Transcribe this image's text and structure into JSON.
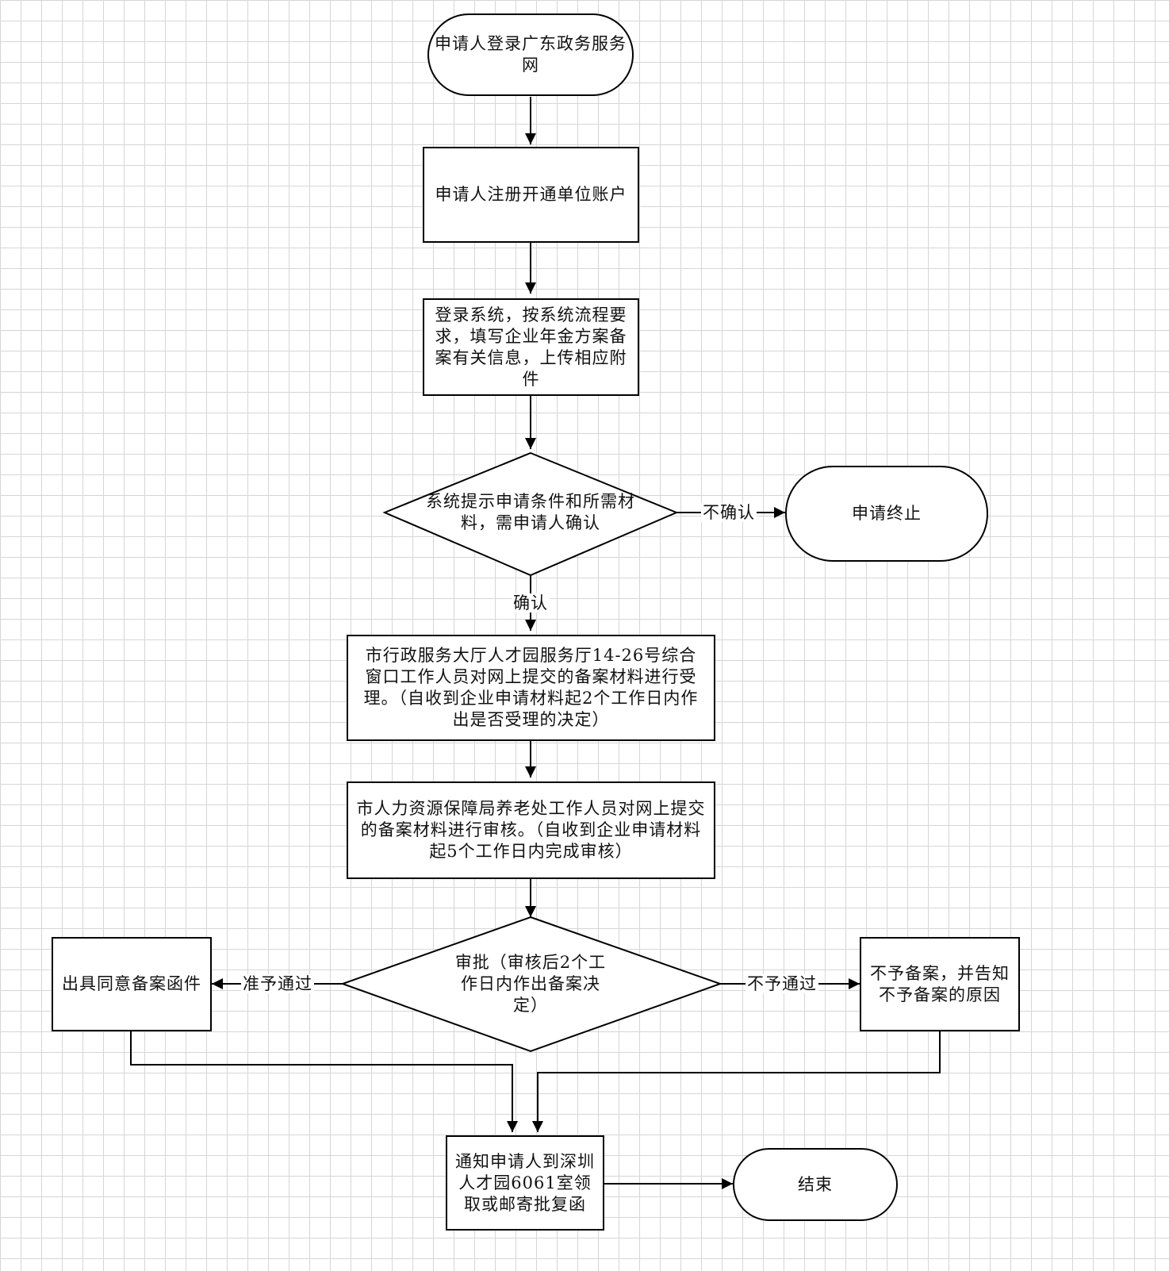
{
  "nodes": {
    "start": "申请人登录广东政务服务网",
    "register": "申请人注册开通单位账户",
    "fill_info": "登录系统，按系统流程要求，填写企业年金方案备案有关信息，上传相应附件",
    "confirm_decision": "系统提示申请条件和所需材料，需申请人确认",
    "terminate": "申请终止",
    "acceptance": "市行政服务大厅人才园服务厅14-26号综合窗口工作人员对网上提交的备案材料进行受理。（自收到企业申请材料起2个工作日内作出是否受理的决定）",
    "review": "市人力资源保障局养老处工作人员对网上提交的备案材料进行审核。（自收到企业申请材料起5个工作日内完成审核）",
    "approval_decision": "审批（审核后2个工作日内作出备案决定）",
    "approve_result": "出具同意备案函件",
    "reject_result": "不予备案，并告知不予备案的原因",
    "notify": "通知申请人到深圳人才园6061室领取或邮寄批复函",
    "end": "结束"
  },
  "edge_labels": {
    "not_confirm": "不确认",
    "confirm": "确认",
    "approve": "准予通过",
    "reject": "不予通过"
  }
}
